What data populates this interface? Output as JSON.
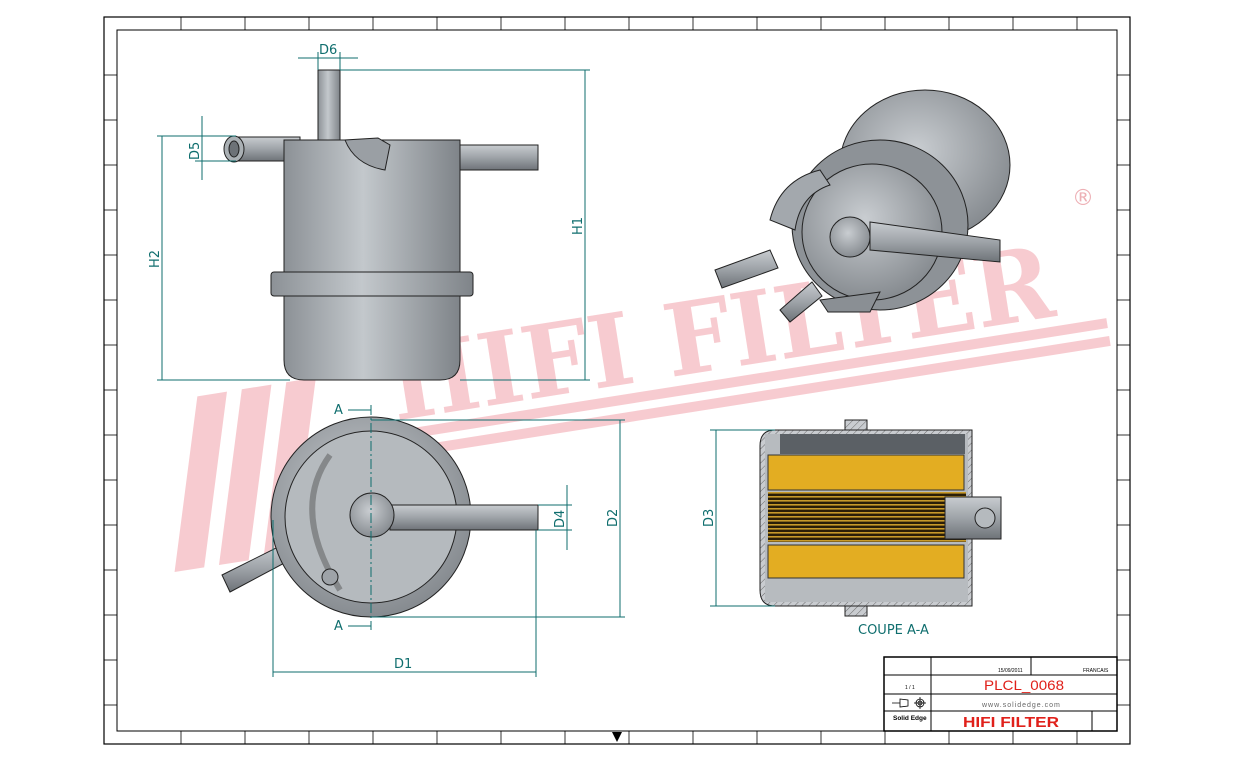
{
  "drawing": {
    "watermark": "HIFI FILTER",
    "watermark_mark": "®",
    "watermark_color": "#f4a6ad",
    "dimension_color": "#0f6e6e",
    "front_view": {
      "dims": {
        "h1": "H1",
        "h2": "H2",
        "d5": "D5",
        "d6": "D6"
      }
    },
    "bottom_view": {
      "dims": {
        "d1": "D1",
        "d2": "D2",
        "d4": "D4"
      },
      "section_mark_top": "A",
      "section_mark_bottom": "A"
    },
    "section_view": {
      "dims": {
        "d3": "D3"
      },
      "label": "COUPE A-A",
      "filter_color": "#e3ad22"
    }
  },
  "title_block": {
    "date": "15/09/2011",
    "language": "FRANCAIS",
    "sheet": "1 / 1",
    "part_number": "PLCL_0068",
    "website": "www.solidedge.com",
    "software": "Solid Edge",
    "brand": "HIFI FILTER",
    "accent_color": "#e0201a"
  }
}
